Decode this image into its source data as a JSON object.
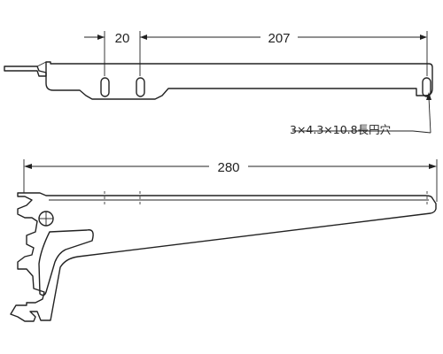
{
  "dimensions": {
    "slot_spacing": "20",
    "slot_span": "207",
    "overall_length": "280"
  },
  "slot_note": "3×4.3×10.8長円穴",
  "colors": {
    "line": "#222222",
    "background": "#ffffff"
  }
}
